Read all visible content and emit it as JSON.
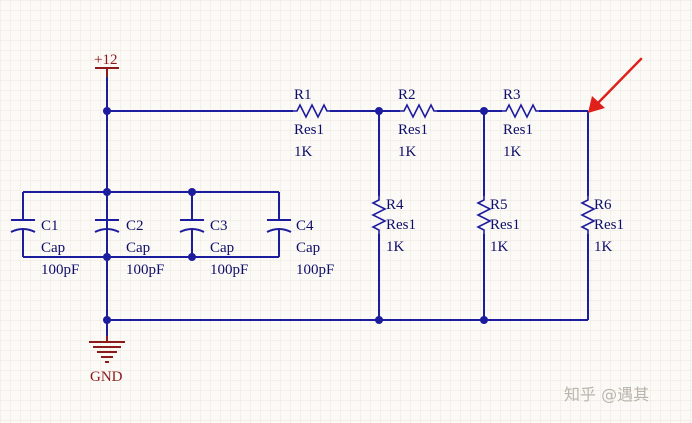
{
  "colors": {
    "background": "#fcfaf6",
    "grid": "#ebe5dc",
    "wire": "#1c1c9e",
    "junction": "#1c1c9e",
    "power": "#8b1a1a",
    "arrow": "#e0201b",
    "watermark": "#b8b4ad"
  },
  "power": {
    "label": "+12"
  },
  "ground": {
    "label": "GND"
  },
  "resistors": [
    {
      "ref": "R1",
      "type": "Res1",
      "value": "1K"
    },
    {
      "ref": "R2",
      "type": "Res1",
      "value": "1K"
    },
    {
      "ref": "R3",
      "type": "Res1",
      "value": "1K"
    },
    {
      "ref": "R4",
      "type": "Res1",
      "value": "1K"
    },
    {
      "ref": "R5",
      "type": "Res1",
      "value": "1K"
    },
    {
      "ref": "R6",
      "type": "Res1",
      "value": "1K"
    }
  ],
  "capacitors": [
    {
      "ref": "C1",
      "type": "Cap",
      "value": "100pF"
    },
    {
      "ref": "C2",
      "type": "Cap",
      "value": "100pF"
    },
    {
      "ref": "C3",
      "type": "Cap",
      "value": "100pF"
    },
    {
      "ref": "C4",
      "type": "Cap",
      "value": "100pF"
    }
  ],
  "watermark": {
    "text": "知乎 @遇其"
  }
}
